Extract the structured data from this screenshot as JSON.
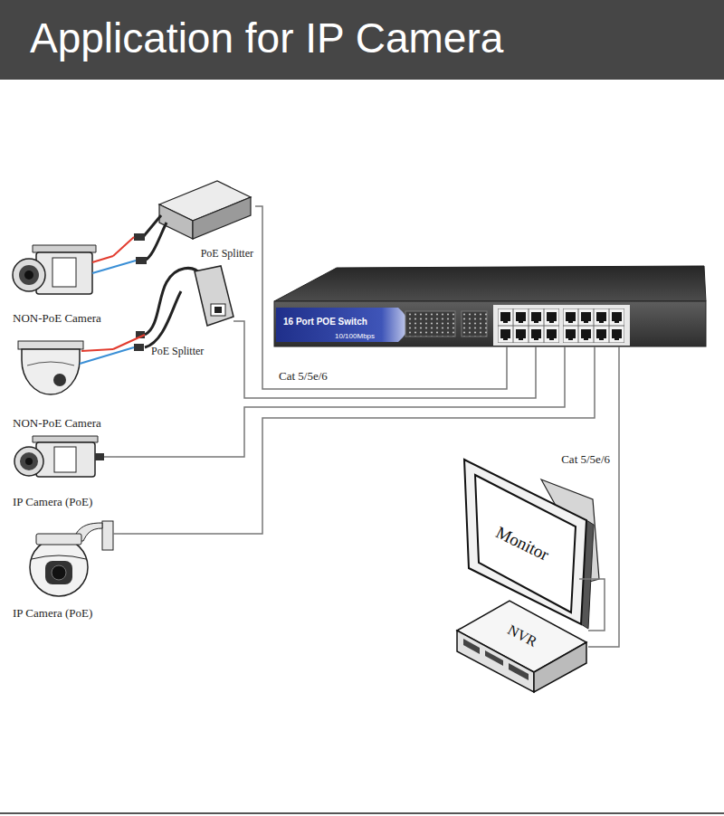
{
  "diagram": {
    "title": "Application for IP Camera",
    "nodes": [
      {
        "text": [
          "PoE Splitter"
        ]
      },
      {
        "text": [
          "NON-PoE Camera"
        ]
      },
      {
        "text": [
          "PoE Splitter"
        ]
      },
      {
        "text": [
          "16 Port POE Switch",
          "10/100Mbps"
        ]
      },
      {
        "text": [
          "NON-PoE Camera"
        ]
      },
      {
        "text": [
          "IP Camera (PoE)"
        ]
      },
      {
        "text": [
          "Monitor"
        ]
      },
      {
        "text": [
          "IP Camera (PoE)"
        ]
      },
      {
        "text": [
          "NVR"
        ]
      }
    ],
    "edges": [
      {
        "from": 1,
        "to": 0,
        "arrow": "none"
      },
      {
        "from": 4,
        "to": 2,
        "arrow": "none"
      },
      {
        "from": 0,
        "to": 3,
        "label": "Cat 5/5e/6",
        "arrow": "none"
      },
      {
        "from": 2,
        "to": 3,
        "arrow": "none"
      },
      {
        "from": 5,
        "to": 3,
        "arrow": "none"
      },
      {
        "from": 7,
        "to": 3,
        "arrow": "none"
      },
      {
        "from": 3,
        "to": 8,
        "label": "Cat 5/5e/6",
        "arrow": "none"
      },
      {
        "from": 6,
        "to": 8,
        "arrow": "none"
      }
    ]
  }
}
